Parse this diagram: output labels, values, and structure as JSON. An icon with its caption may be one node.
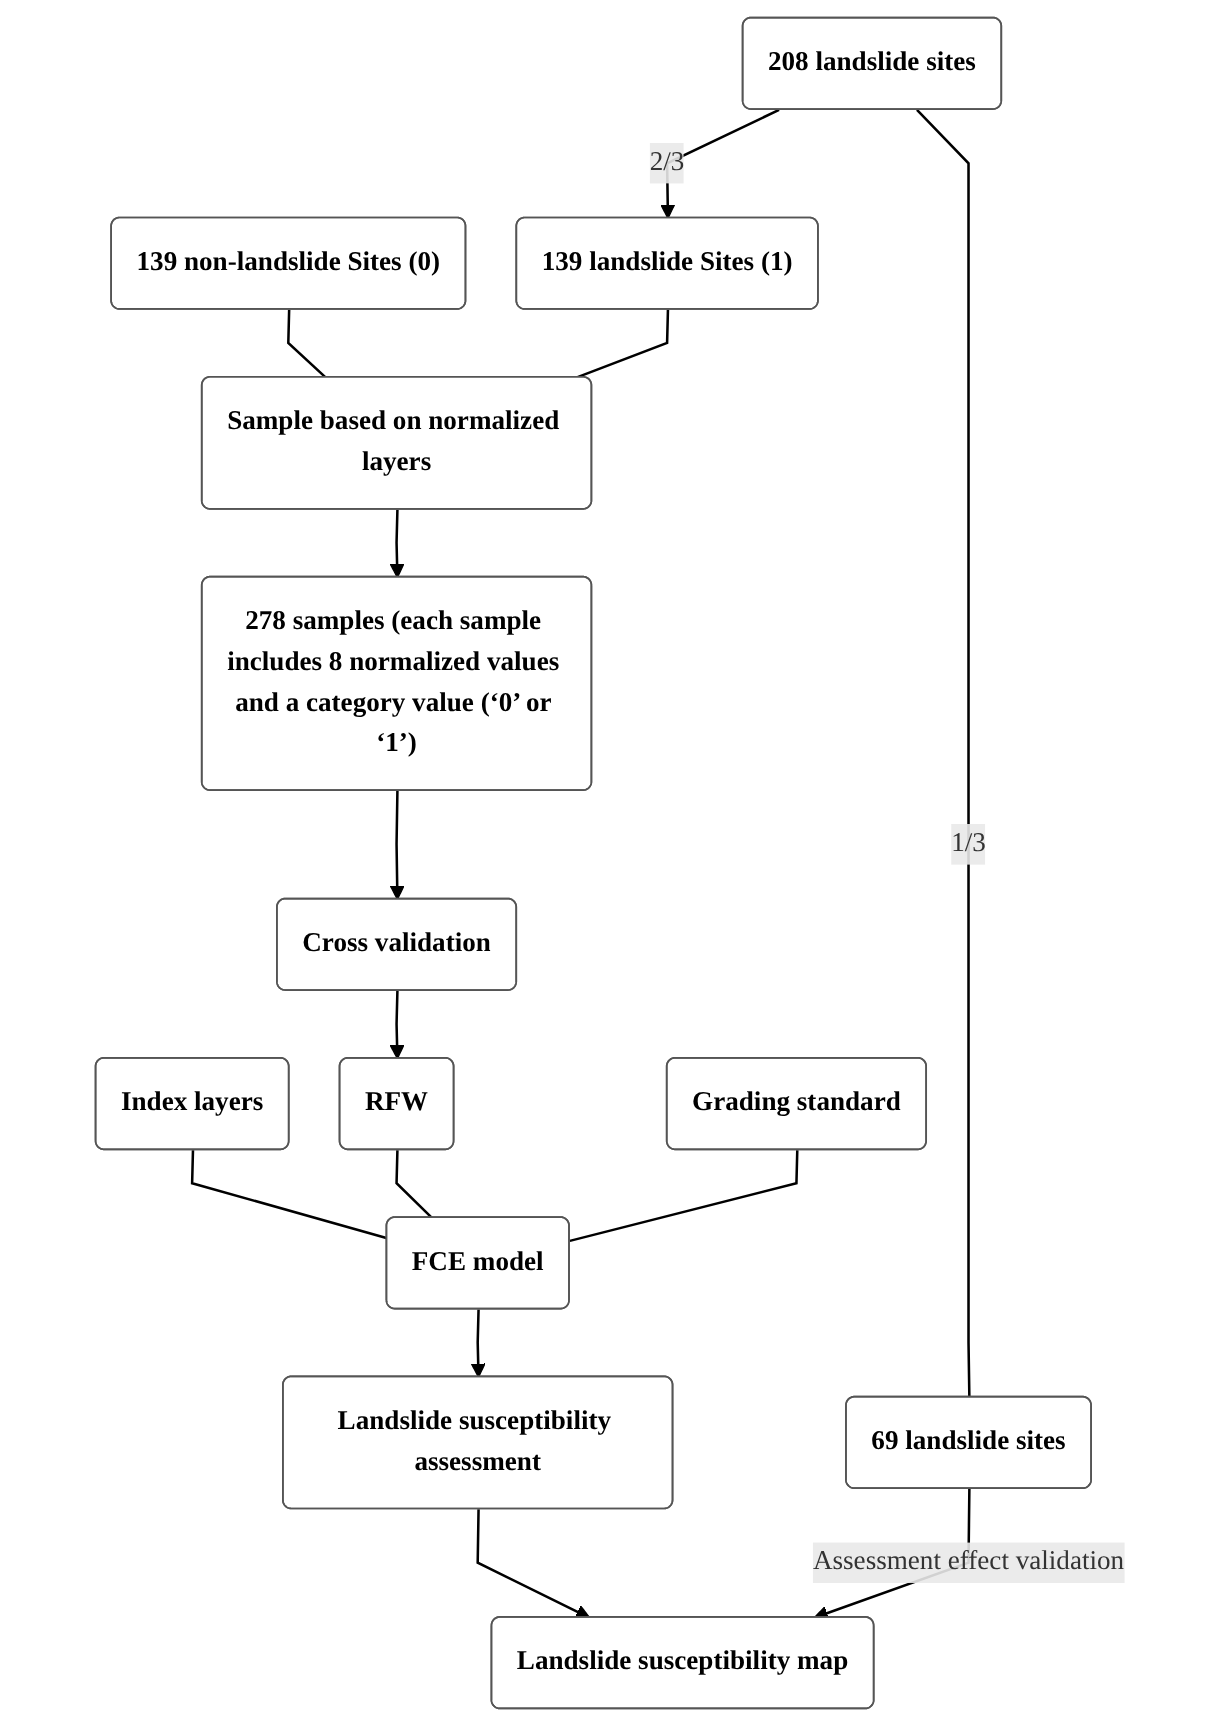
{
  "diagram": {
    "nodes": [
      {
        "text": [
          "208 landslide sites"
        ]
      },
      {
        "text": [
          "139 non-landslide Sites (0)"
        ]
      },
      {
        "text": [
          "139 landslide Sites (1)"
        ]
      },
      {
        "text": [
          "Sample based on normalized layers"
        ]
      },
      {
        "text": [
          "278 samples (each sample includes 8 normalized values and a category value (‘0’ or ‘1’)"
        ]
      },
      {
        "text": [
          "69 landslide sites"
        ]
      },
      {
        "text": [
          "Cross validation"
        ]
      },
      {
        "text": [
          "Index layers"
        ]
      },
      {
        "text": [
          "RFW"
        ]
      },
      {
        "text": [
          "Grading standard"
        ]
      },
      {
        "text": [
          "FCE model"
        ]
      },
      {
        "text": [
          "Landslide susceptibility assessment"
        ]
      },
      {
        "text": [
          "Landslide susceptibility map"
        ]
      }
    ],
    "edges": [
      {
        "from": 0,
        "to": 2,
        "arrow": "to",
        "label": "2/3"
      },
      {
        "from": 0,
        "to": 5,
        "arrow": "none",
        "label": "1/3"
      },
      {
        "from": 1,
        "to": 3,
        "arrow": "none"
      },
      {
        "from": 2,
        "to": 3,
        "arrow": "none"
      },
      {
        "from": 3,
        "to": 4,
        "arrow": "to"
      },
      {
        "from": 4,
        "to": 6,
        "arrow": "to"
      },
      {
        "from": 6,
        "to": 8,
        "arrow": "to"
      },
      {
        "from": 7,
        "to": 10,
        "arrow": "none"
      },
      {
        "from": 8,
        "to": 10,
        "arrow": "none"
      },
      {
        "from": 9,
        "to": 10,
        "arrow": "none"
      },
      {
        "from": 10,
        "to": 11,
        "arrow": "to"
      },
      {
        "from": 11,
        "to": 12,
        "arrow": "to"
      },
      {
        "from": 5,
        "to": 12,
        "arrow": "to",
        "label": "Assessment effect validation"
      }
    ]
  }
}
